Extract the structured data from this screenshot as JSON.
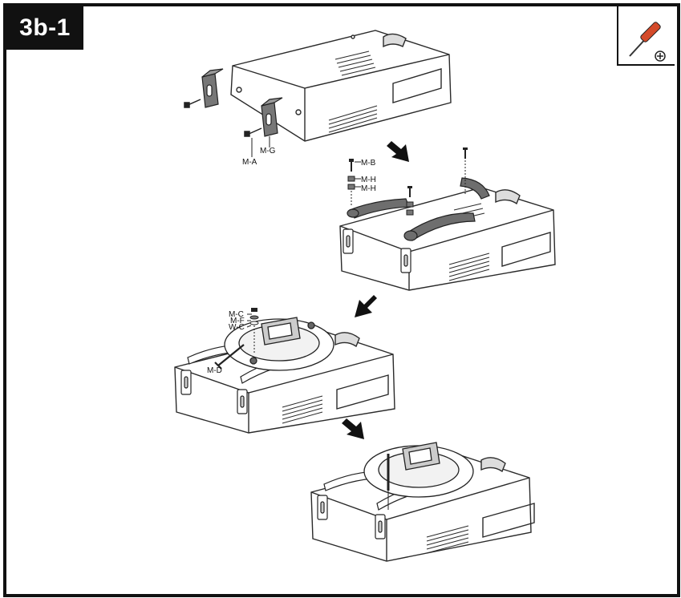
{
  "step": {
    "label": "3b-1"
  },
  "tool": {
    "icon": "phillips-screwdriver-icon"
  },
  "stage1": {
    "labels": {
      "ma": "M-A",
      "mg": "M-G"
    }
  },
  "stage2": {
    "labels": {
      "mb": "M-B",
      "mh1": "M-H",
      "mh2": "M-H"
    }
  },
  "stage3": {
    "labels": {
      "mc": "M-C",
      "mf": "M-F",
      "wc": "W-C",
      "md": "M-D"
    }
  },
  "colors": {
    "frame": "#111111",
    "line": "#2a2a2a",
    "bracket": "#6e6e6e",
    "metal": "#9a9a9a"
  }
}
